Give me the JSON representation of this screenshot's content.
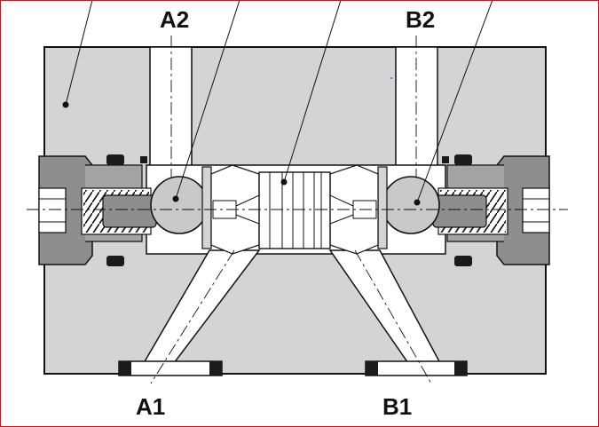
{
  "ports": {
    "a2": "A2",
    "b2": "B2",
    "a1": "A1",
    "b1": "B1"
  },
  "colors": {
    "body": "#d4d4d4",
    "passage": "#ffffff",
    "part_dark": "#8e8e8e",
    "part_mid": "#a3a3a3",
    "ball": "#c9c9c9",
    "seal": "#1b1b1b",
    "outline": "#111111",
    "frame": "#c8161e"
  }
}
